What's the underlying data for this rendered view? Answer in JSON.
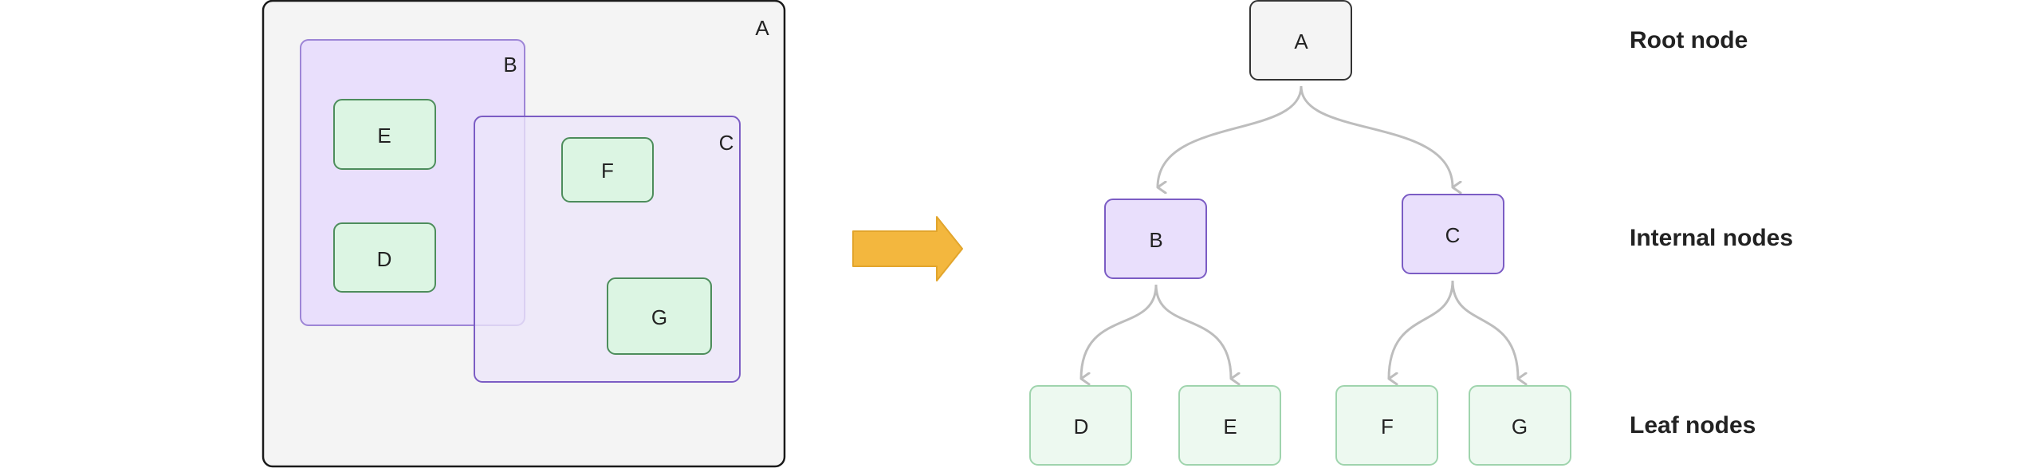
{
  "colors": {
    "root_fill": "#f4f4f4",
    "root_stroke": "#1a1a1a",
    "internal_fill": "#e9dffc",
    "internal_stroke": "#7b5cc4",
    "internal_fill_overlap": "rgba(233,223,252,0.75)",
    "leaf_fill": "#dcf5e3",
    "leaf_stroke": "#4d8d5c",
    "leaf_fill_light": "#edf9f0",
    "leaf_stroke_light": "#9fd4ad",
    "edge": "#bdbdbd",
    "arrow": "#f3b73e",
    "arrow_stroke": "#e2a52c"
  },
  "venn": {
    "A": "A",
    "B": "B",
    "C": "C",
    "D": "D",
    "E": "E",
    "F": "F",
    "G": "G"
  },
  "tree": {
    "nodes": {
      "A": "A",
      "B": "B",
      "C": "C",
      "D": "D",
      "E": "E",
      "F": "F",
      "G": "G"
    },
    "edges": [
      [
        "A",
        "B"
      ],
      [
        "A",
        "C"
      ],
      [
        "B",
        "D"
      ],
      [
        "B",
        "E"
      ],
      [
        "C",
        "F"
      ],
      [
        "C",
        "G"
      ]
    ],
    "levels": {
      "root": "Root node",
      "internal": "Internal nodes",
      "leaf": "Leaf nodes"
    }
  }
}
